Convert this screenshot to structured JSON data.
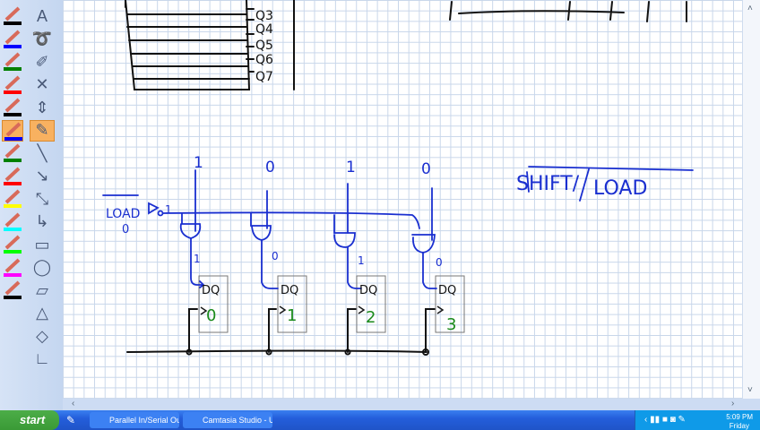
{
  "toolbar": {
    "pens": [
      {
        "color": "#000000"
      },
      {
        "color": "#0000ff"
      },
      {
        "color": "#008000"
      },
      {
        "color": "#ff0000"
      },
      {
        "color": "#000000"
      },
      {
        "color": "#0000ff",
        "selected": true
      },
      {
        "color": "#008000"
      },
      {
        "color": "#ff0000"
      },
      {
        "color": "#ffff00"
      },
      {
        "color": "#00ffff"
      },
      {
        "color": "#00ff00"
      },
      {
        "color": "#ff00ff"
      },
      {
        "color": "#000000"
      }
    ],
    "tools": [
      "text-icon",
      "lasso-icon",
      "eraser-icon",
      "delete-icon",
      "insert-space-icon",
      "pen-icon",
      "line-icon",
      "arrow-icon",
      "double-arrow-icon",
      "elbow-arrow-icon",
      "rectangle-icon",
      "ellipse-icon",
      "parallelogram-icon",
      "triangle-icon",
      "diamond-icon",
      "axes-icon"
    ],
    "text_tool": "A"
  },
  "drawing": {
    "outputs": [
      "Q3",
      "Q4",
      "Q5",
      "Q6",
      "Q7"
    ],
    "inputs": [
      "1",
      "0",
      "1",
      "0"
    ],
    "load_label": "LOAD",
    "load_value": "0",
    "inverter_out": "1",
    "gate_outputs": [
      "1",
      "0",
      "1",
      "0"
    ],
    "ff_label": "DQ",
    "ff_numbers": [
      "0",
      "1",
      "2",
      "3"
    ],
    "shift_label": "SHIFT/",
    "load_label2": "LOAD"
  },
  "taskbar": {
    "start": "start",
    "tasks": [
      "Parallel In/Serial Ou...",
      "Camtasia Studio - U..."
    ],
    "time": "5:09 PM",
    "day": "Friday"
  }
}
